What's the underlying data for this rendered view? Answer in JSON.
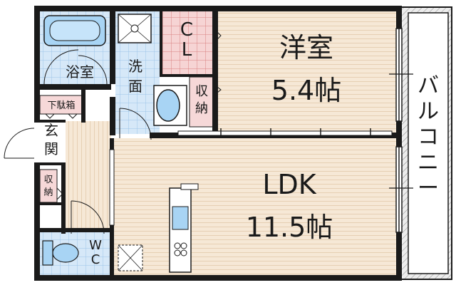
{
  "rooms": {
    "western_room": {
      "label": "洋室",
      "size": "5.4帖"
    },
    "ldk": {
      "label": "LDK",
      "size": "11.5帖"
    },
    "bathroom": {
      "label": "浴室"
    },
    "washroom": {
      "label": "洗面"
    },
    "closet": {
      "label": "CL"
    },
    "storage_upper": {
      "label": "収納"
    },
    "storage_lower": {
      "label": "収納"
    },
    "shoe_box": {
      "label": "下駄箱"
    },
    "entrance": {
      "label": "玄関"
    },
    "toilet": {
      "label": "WC"
    },
    "balcony": {
      "label": "バルコニー"
    }
  },
  "colors": {
    "wall": "#1a1a1a",
    "wood_floor": "#f6e8d6",
    "wood_line": "#e8d2b8",
    "bath_tile": "#d6e8f8",
    "bath_grid": "#9cc3e8",
    "closet_fill": "#f6d4d4",
    "closet_grid": "#d88080",
    "fixture": "#a8d4f4",
    "balcony_fill": "#ececec",
    "balcony_hatch": "#8a8a8a",
    "storage_fill": "#f6d8d8"
  }
}
